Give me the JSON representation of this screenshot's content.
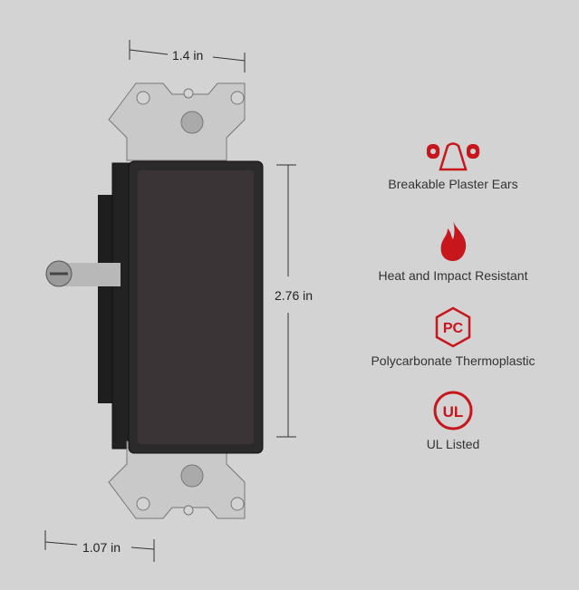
{
  "dimensions": {
    "width": "1.4 in",
    "height": "2.76 in",
    "depth": "1.07 in"
  },
  "features": [
    {
      "icon": "plaster-ears-icon",
      "label": "Breakable Plaster Ears"
    },
    {
      "icon": "flame-icon",
      "label": "Heat and Impact Resistant"
    },
    {
      "icon": "pc-hexagon-icon",
      "label": "Polycarbonate Thermoplastic",
      "icon_text": "PC"
    },
    {
      "icon": "ul-listed-icon",
      "label": "UL Listed",
      "icon_text": "UL"
    }
  ],
  "colors": {
    "accent": "#c8161d",
    "background": "#d3d3d3",
    "rocker": "#3a3436"
  }
}
